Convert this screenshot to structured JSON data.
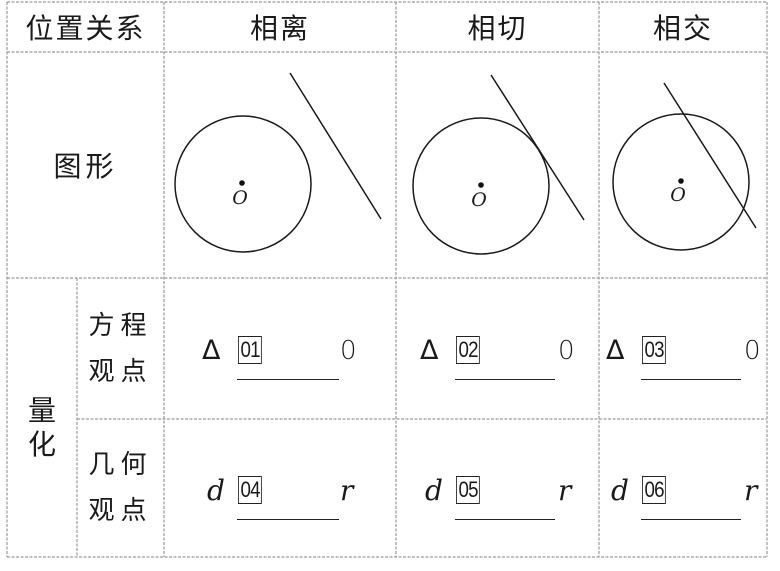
{
  "table": {
    "corner_header": "位置关系",
    "columns": [
      {
        "label": "相离",
        "diagram": "line-separate-from-circle"
      },
      {
        "label": "相切",
        "diagram": "line-tangent-to-circle"
      },
      {
        "label": "相交",
        "diagram": "line-intersects-circle"
      }
    ],
    "rows": {
      "figure": {
        "label": "图形",
        "center_label": "O"
      },
      "quantify": {
        "label_chars": [
          "量",
          "化"
        ],
        "equation_view": {
          "label_lines": [
            "方程",
            "观点"
          ],
          "lhs": "Δ",
          "rhs": "0",
          "blanks": [
            "01",
            "02",
            "03"
          ]
        },
        "geometry_view": {
          "label_lines": [
            "几何",
            "观点"
          ],
          "lhs": "d",
          "rhs": "r",
          "blanks": [
            "04",
            "05",
            "06"
          ]
        }
      }
    }
  },
  "colors": {
    "grid_line": "#9a9a9a",
    "ink": "#1a1a1a",
    "background": "#ffffff"
  }
}
